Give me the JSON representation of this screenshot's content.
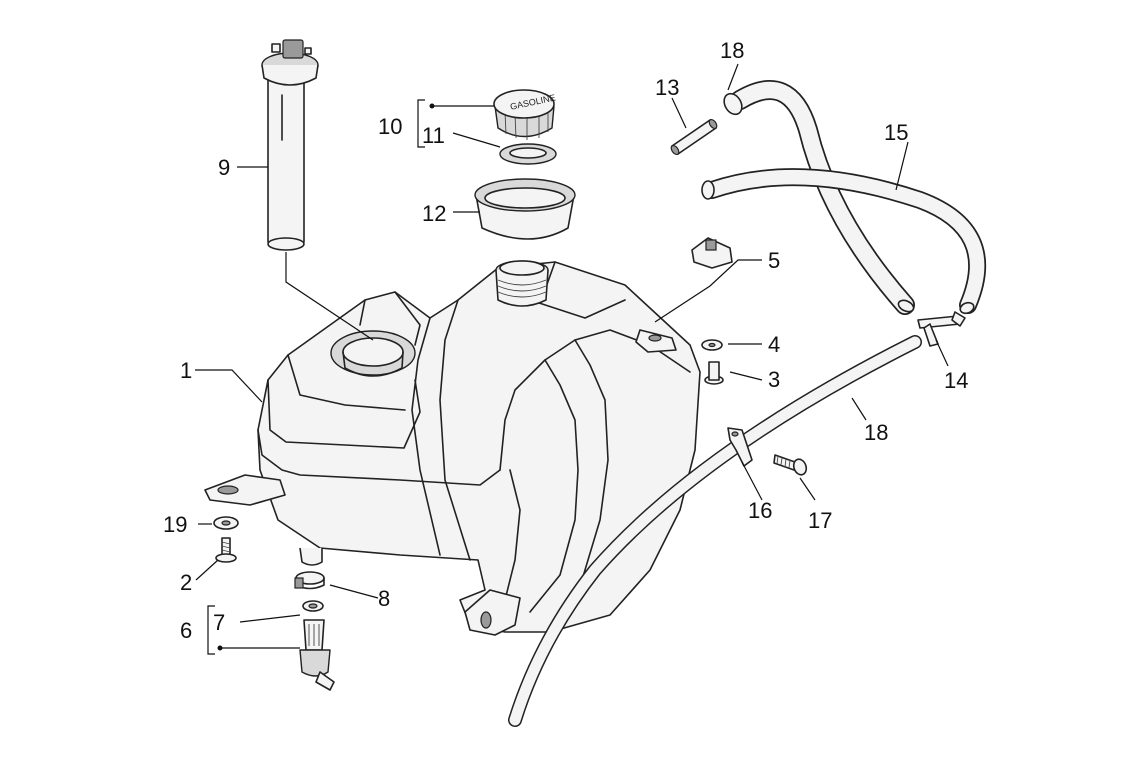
{
  "labels": {
    "p1": "1",
    "p2": "2",
    "p3": "3",
    "p4": "4",
    "p5": "5",
    "p6": "6",
    "p7": "7",
    "p8": "8",
    "p9": "9",
    "p10": "10",
    "p11": "11",
    "p12": "12",
    "p13": "13",
    "p14": "14",
    "p15": "15",
    "p16": "16",
    "p17": "17",
    "p18a": "18",
    "p18b": "18",
    "p19": "19"
  },
  "cap_text": "GASOLINE"
}
